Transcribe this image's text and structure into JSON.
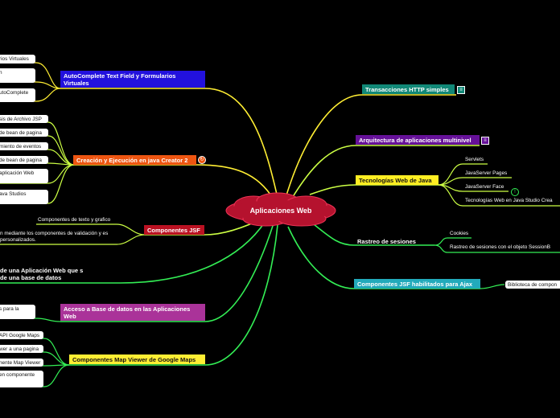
{
  "central": "Aplicaciones Web",
  "colors": {
    "central_fill": "#b5122e",
    "yellow": "#ffee33",
    "green": "#33ee55",
    "lime": "#aaff44"
  },
  "left": {
    "autocomplete": {
      "title": "AutoComplete Text Field y Formularios Virtuales",
      "color": "#2211dd",
      "items": [
        "rios Virtuales",
        "n",
        "utoComplete"
      ]
    },
    "creacion": {
      "title": "Creación y Ejecución en java Creator 2",
      "color": "#ee5511",
      "items": [
        "sis de Archivo JSP",
        "de bean de pagina",
        "miento de eventos",
        "de bean de pagina",
        "aplicación Web",
        "ava Studios"
      ]
    },
    "componentes": {
      "title": "Componentes JSF",
      "color": "#bb1122",
      "items": [
        "Componentes de texto y grafico",
        "n mediante los componentes de validación y es personalizados."
      ]
    },
    "bd_app": {
      "title": "de una Aplicación Web que s de una base de datos"
    },
    "acceso": {
      "title": "Acceso a Base de datos en las Aplicaciones Web",
      "color": "#aa3399",
      "items": [
        "s para la"
      ]
    },
    "maps": {
      "title": "Componentes Map Viewer de Google Maps",
      "color": "#ffee33",
      "items": [
        "API Google Maps",
        "wer a una pagina",
        "nente Map Viewer",
        "en componente"
      ]
    }
  },
  "right": {
    "transacciones": {
      "title": "Transacciones HTTP simples",
      "color": "#118877"
    },
    "arquitectura": {
      "title": "Arquitectura de aplicaciones multinivel",
      "color": "#661199"
    },
    "tecnologias": {
      "title": "Tecnologías Web de Java",
      "color": "#ffee22",
      "items": [
        "Servlets",
        "JavaServer Pages",
        "JavaServer Face",
        "Tecnologías Web en Java Studio Crea"
      ]
    },
    "rastreo": {
      "title": "Rastreo de sesiones",
      "items": [
        "Cookies",
        "Rastreo de sesiones con el objeto SessionB"
      ]
    },
    "ajax": {
      "title": "Componentes JSF habilitados para Ajax",
      "color": "#22aabb",
      "items": [
        "Biblioteca de compon"
      ]
    }
  }
}
